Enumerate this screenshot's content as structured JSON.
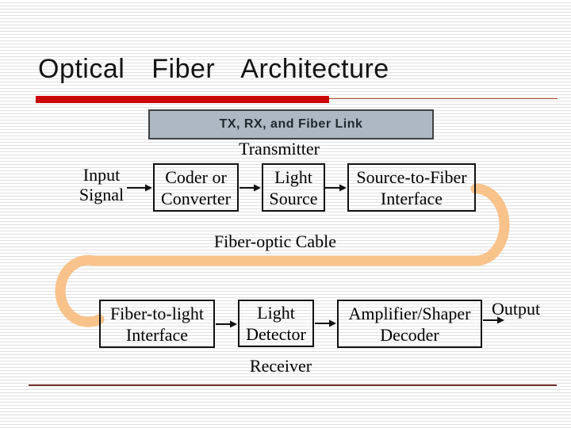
{
  "slide_title": "Optical Fiber Architecture",
  "banner": {
    "label": "TX, RX, and Fiber Link"
  },
  "sections": {
    "transmitter": "Transmitter",
    "receiver": "Receiver",
    "cable": "Fiber-optic Cable"
  },
  "nodes": {
    "input": {
      "line1": "Input",
      "line2": "Signal"
    },
    "coder": {
      "line1": "Coder or",
      "line2": "Converter"
    },
    "light_source": {
      "line1": "Light",
      "line2": "Source"
    },
    "source_fiber": {
      "line1": "Source-to-Fiber",
      "line2": "Interface"
    },
    "fiber_light": {
      "line1": "Fiber-to-light",
      "line2": "Interface"
    },
    "detector": {
      "line1": "Light",
      "line2": "Detector"
    },
    "amplifier": {
      "line1": "Amplifier/Shaper",
      "line2": "Decoder"
    },
    "output": {
      "label": "Output"
    }
  },
  "colors": {
    "accent_red": "#cc0505",
    "thin_rule_red": "#a84a38",
    "banner_bg": "#adb8c2",
    "banner_border": "#404040",
    "banner_text": "#1f282e",
    "cable_orange": "#f8c28b",
    "footer_maroon": "#6f2e2e"
  }
}
